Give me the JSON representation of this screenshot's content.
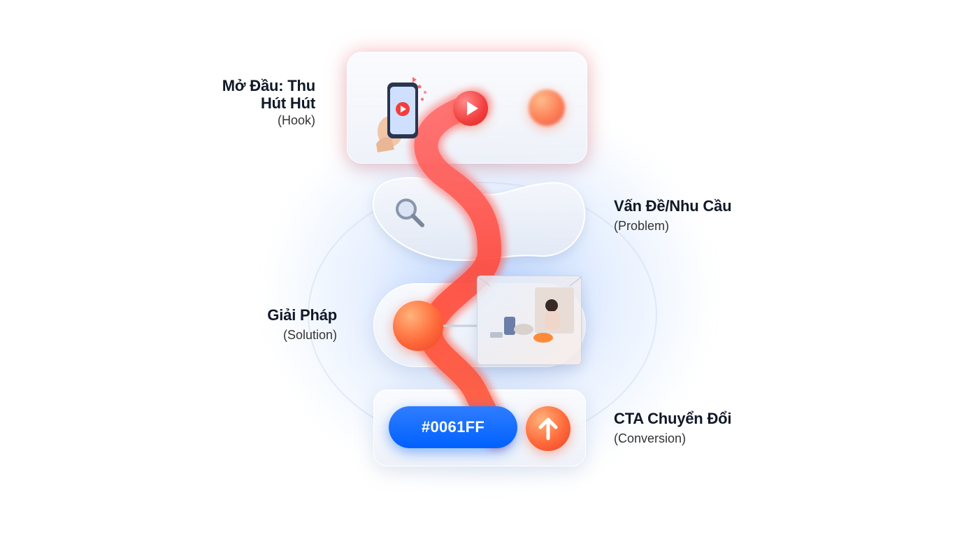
{
  "stages": [
    {
      "id": "hook",
      "title_line1": "Mở Đầu: Thu",
      "title_line2": "Hút Hút",
      "subtitle": "(Hook)"
    },
    {
      "id": "problem",
      "title": "Vấn Đề/Nhu Cầu",
      "subtitle": "(Problem)"
    },
    {
      "id": "solution",
      "title": "Giải Pháp",
      "subtitle": "(Solution)"
    },
    {
      "id": "cta",
      "title": "CTA Chuyển Đổi",
      "subtitle": "(Conversion)",
      "button_label": "#0061FF"
    }
  ],
  "icons": {
    "hook": [
      "smartphone-icon",
      "play-icon"
    ],
    "problem": [
      "search-icon"
    ],
    "solution": [
      "product-cube-icon"
    ],
    "cta": [
      "arrow-up-icon"
    ]
  },
  "colors": {
    "accent_blue": "#0061FF",
    "path_red": "#FF4A3D",
    "orb_orange": "#FF6A3A"
  }
}
